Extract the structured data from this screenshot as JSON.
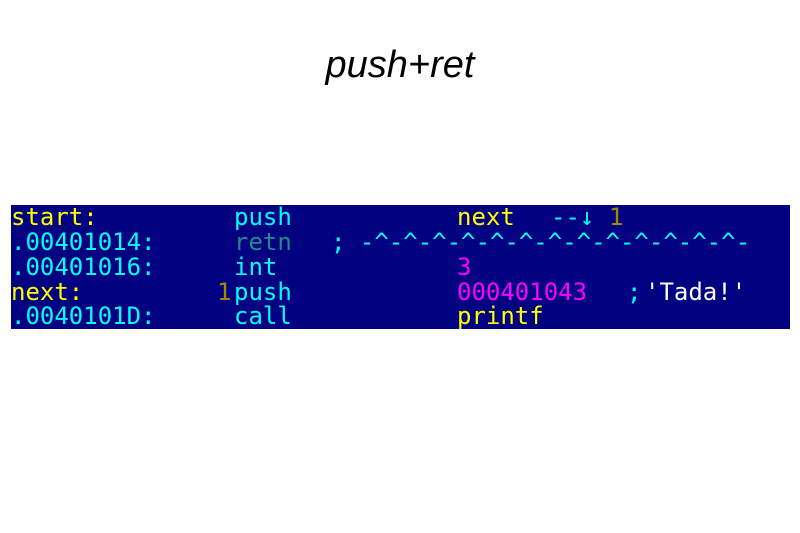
{
  "title": "push+ret",
  "colors": {
    "background": "#000080",
    "label": "#ffff00",
    "address": "#00ffff",
    "mnemonic": "#00ffff",
    "dead_code": "#1f8a8a",
    "immediate": "#ff00ff",
    "xref_number": "#a08a00",
    "string_comment": "#ffffff"
  },
  "listing": [
    {
      "address": "start:",
      "mnemonic": "push",
      "operand": "next",
      "arrow": "--↓",
      "arrow_num": "1"
    },
    {
      "address": ".00401014:",
      "mnemonic": "retn",
      "comment": "; -^-^-^-^-^-^-^-^-^-^-^-^-^-"
    },
    {
      "address": ".00401016:",
      "mnemonic": "int",
      "operand": "3"
    },
    {
      "address": "next:",
      "xref_mark": "1",
      "mnemonic": "push",
      "operand": "000401043",
      "comment_sep": ";",
      "comment": "'Tada!'"
    },
    {
      "address": ".0040101D:",
      "mnemonic": "call",
      "operand": "printf"
    }
  ]
}
